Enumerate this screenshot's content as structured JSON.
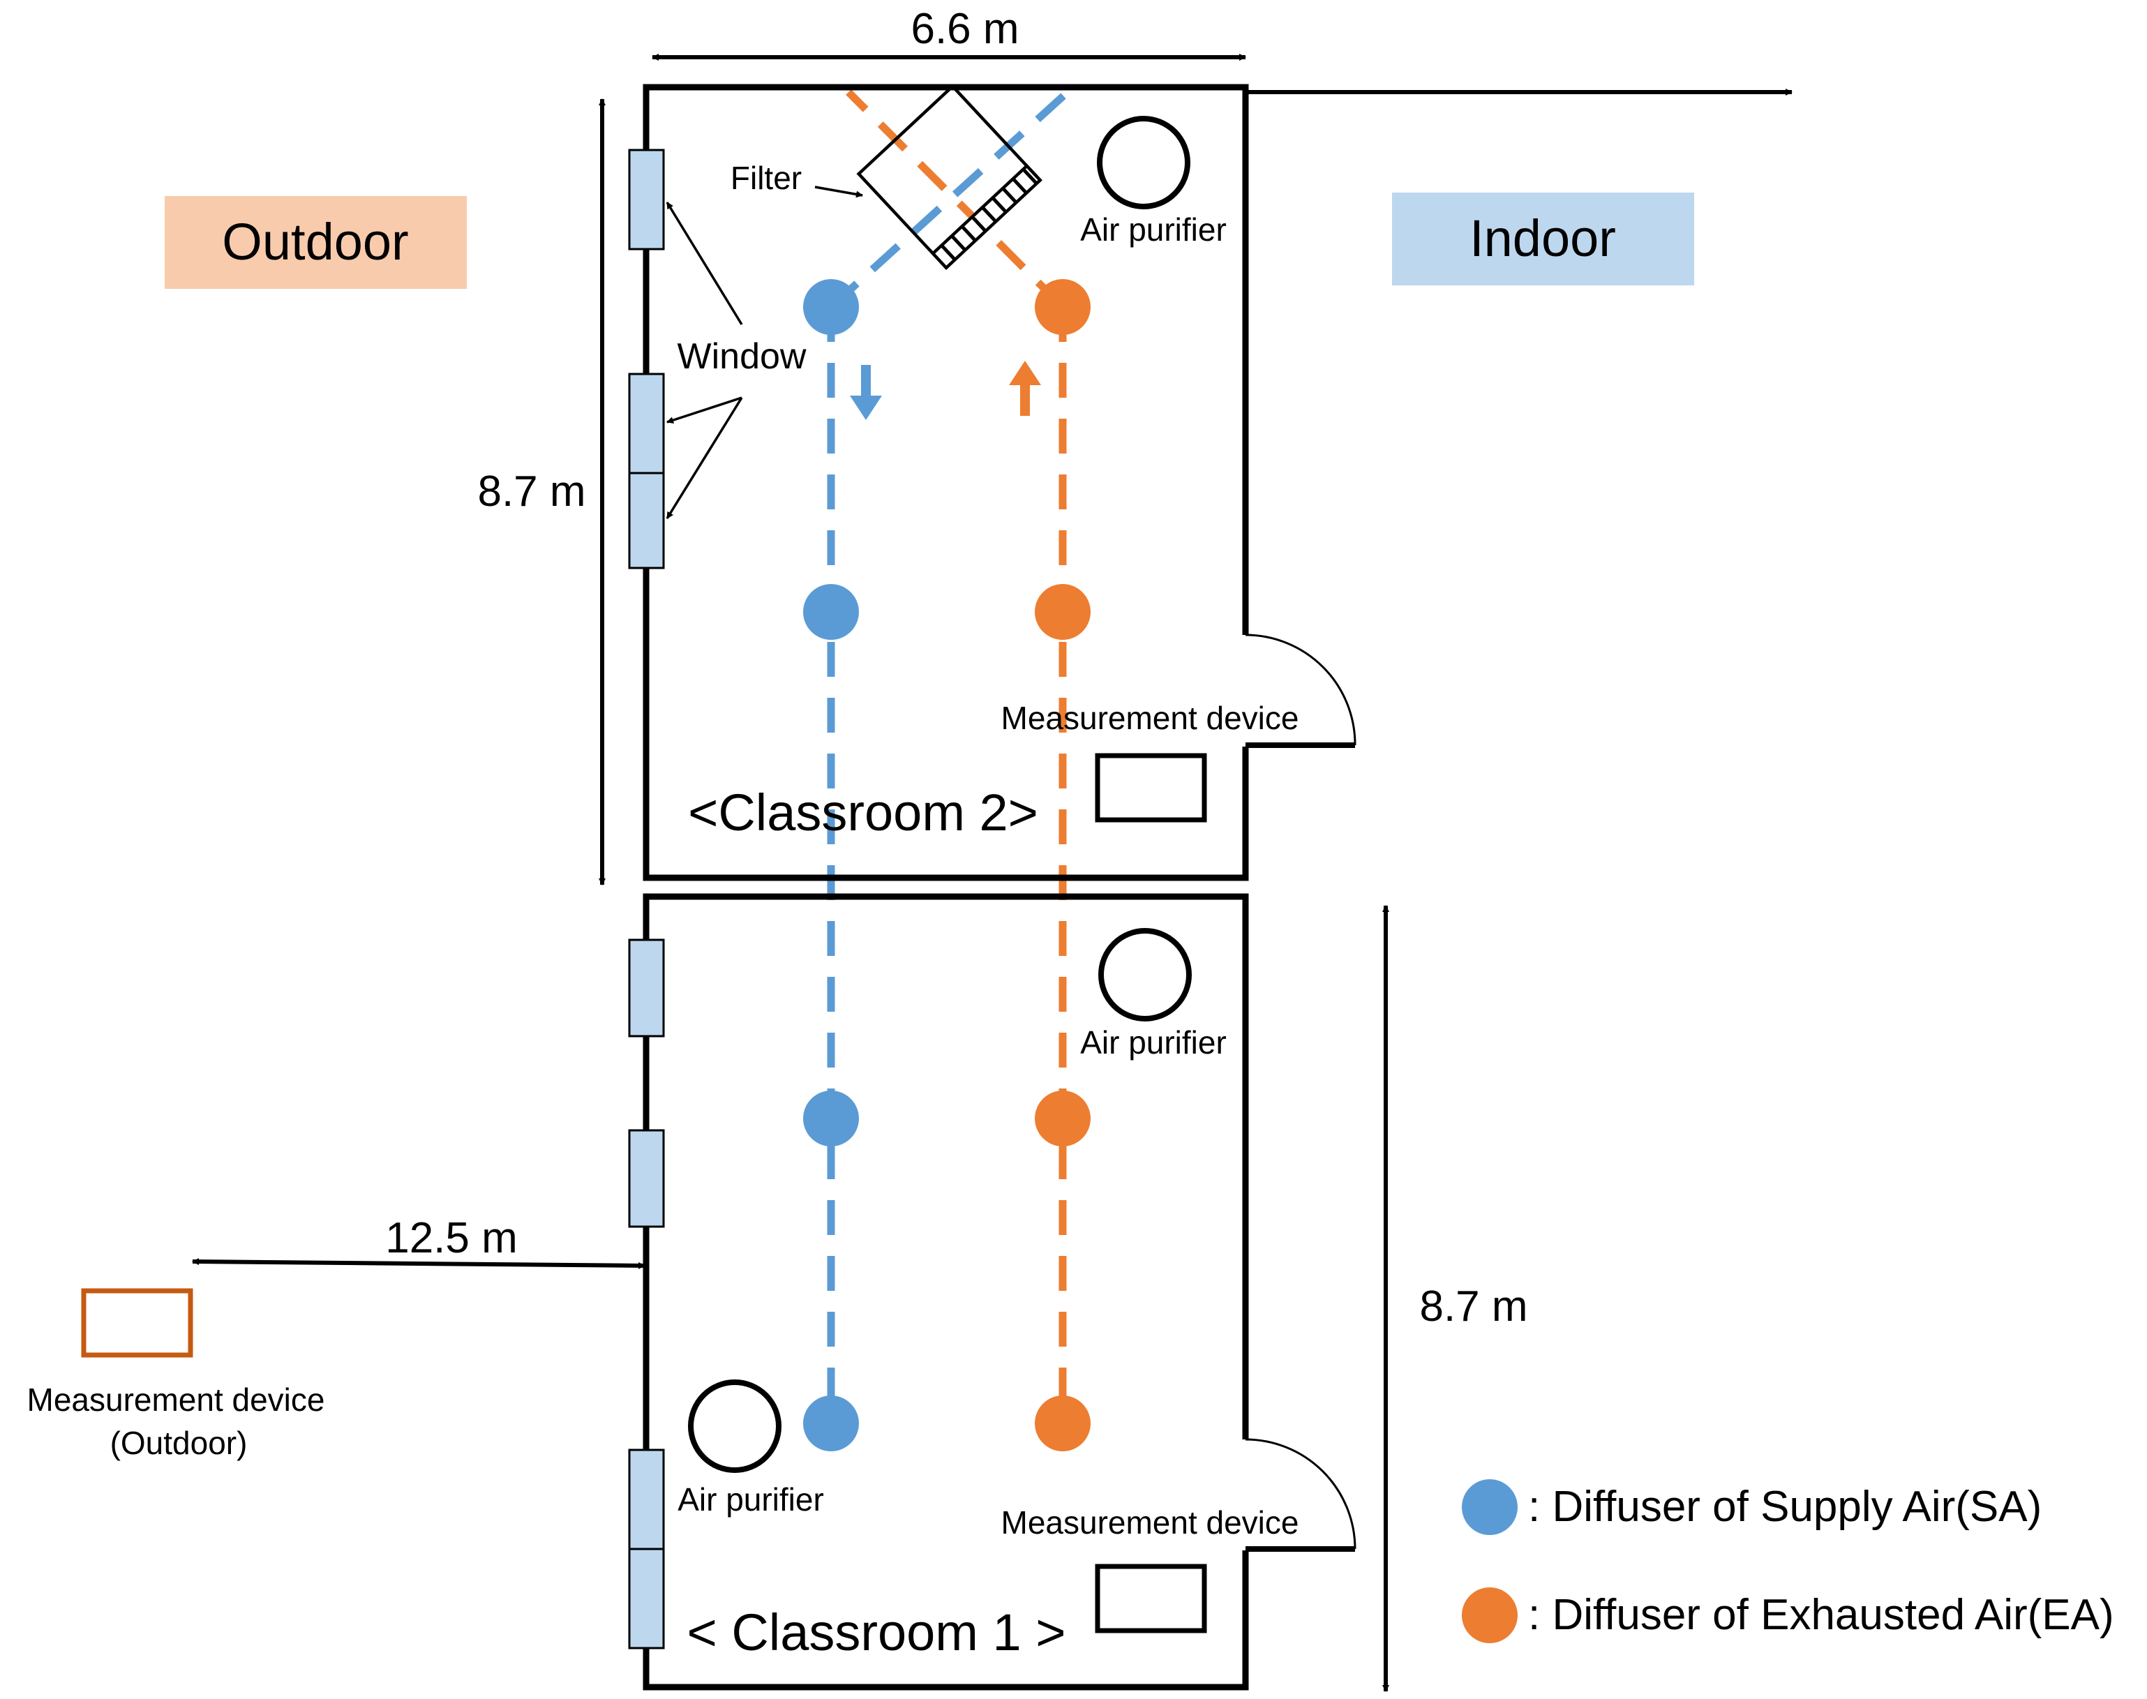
{
  "labels": {
    "outdoor": "Outdoor",
    "indoor": "Indoor",
    "dim_width": "6.6 m",
    "dim_height_top": "8.7 m",
    "dim_height_bottom": "8.7 m",
    "dim_outdoor_distance": "12.5 m",
    "filter": "Filter",
    "window": "Window",
    "air_purifier": "Air purifier",
    "measurement_device": "Measurement device",
    "measurement_device_outdoor_line1": "Measurement device",
    "measurement_device_outdoor_line2": "(Outdoor)",
    "classroom_2": "<Classroom 2>",
    "classroom_1": "< Classroom 1 >"
  },
  "legend": [
    {
      "label": ": Diffuser of Supply Air(SA)",
      "color": "#5b9bd5"
    },
    {
      "label": ": Diffuser of Exhausted Air(EA)",
      "color": "#ed7d31"
    }
  ],
  "colors": {
    "supply_air": "#5b9bd5",
    "exhaust_air": "#ed7d31",
    "outdoor_box": "#f8cbad",
    "indoor_box": "#bdd7ee",
    "window": "#bdd7ee",
    "outdoor_device": "#c55a11",
    "wall": "#000000"
  }
}
